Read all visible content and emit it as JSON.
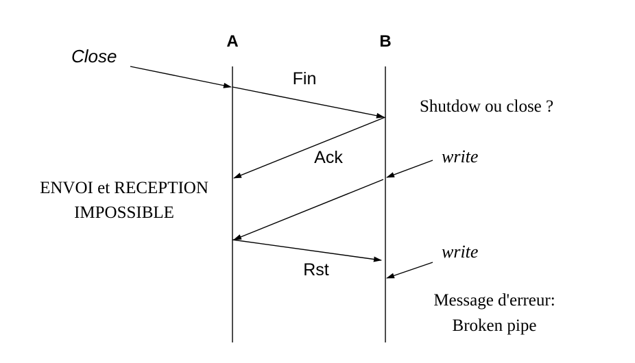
{
  "actors": {
    "a_label": "A",
    "b_label": "B"
  },
  "annotations": {
    "close": "Close",
    "shutdown_question": "Shutdow ou close ?",
    "envoi_line1": "ENVOI et RECEPTION",
    "envoi_line2": "IMPOSSIBLE",
    "write_first": "write",
    "write_second": "write",
    "error_line1": "Message d'erreur:",
    "error_line2": "Broken pipe"
  },
  "messages": {
    "fin": "Fin",
    "ack": "Ack",
    "rst": "Rst"
  }
}
